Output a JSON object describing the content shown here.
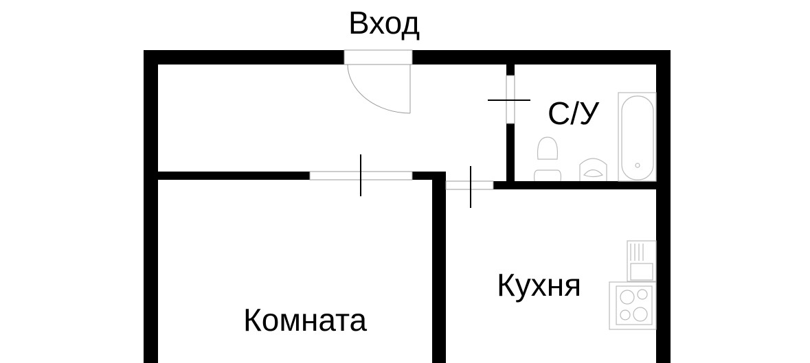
{
  "labels": {
    "entrance": "Вход",
    "bathroom": "С/У",
    "kitchen": "Кухня",
    "room": "Комната"
  },
  "colors": {
    "wall": "#000000",
    "fixture": "#bbbbbb"
  }
}
